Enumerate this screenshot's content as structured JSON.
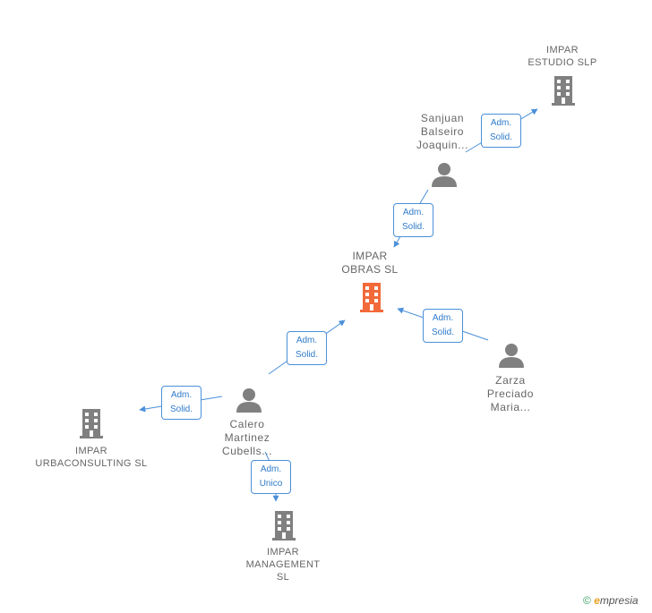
{
  "colors": {
    "edge": "#4a90d9",
    "node_gray": "#808080",
    "node_main": "#f26a3a",
    "text": "#666666"
  },
  "nodes": {
    "estudio": {
      "label": "IMPAR\nESTUDIO SLP",
      "icon": "building-icon"
    },
    "sanjuan": {
      "label": "Sanjuan\nBalseiro\nJoaquin...",
      "icon": "person-icon"
    },
    "obras": {
      "label": "IMPAR\nOBRAS SL",
      "icon": "building-icon"
    },
    "zarza": {
      "label": "Zarza\nPreciado\nMaria...",
      "icon": "person-icon"
    },
    "calero": {
      "label": "Calero\nMartinez\nCubells...",
      "icon": "person-icon"
    },
    "urba": {
      "label": "IMPAR\nURBACONSULTING SL",
      "icon": "building-icon"
    },
    "management": {
      "label": "IMPAR\nMANAGEMENT\nSL",
      "icon": "building-icon"
    }
  },
  "edges": {
    "sanjuan_estudio": "Adm.\nSolid.",
    "sanjuan_obras": "Adm.\nSolid.",
    "zarza_obras": "Adm.\nSolid.",
    "calero_obras": "Adm.\nSolid.",
    "calero_urba": "Adm.\nSolid.",
    "calero_management": "Adm.\nUnico"
  },
  "footer": {
    "copyright": "©",
    "brand_e": "e",
    "brand_rest": "mpresia"
  }
}
